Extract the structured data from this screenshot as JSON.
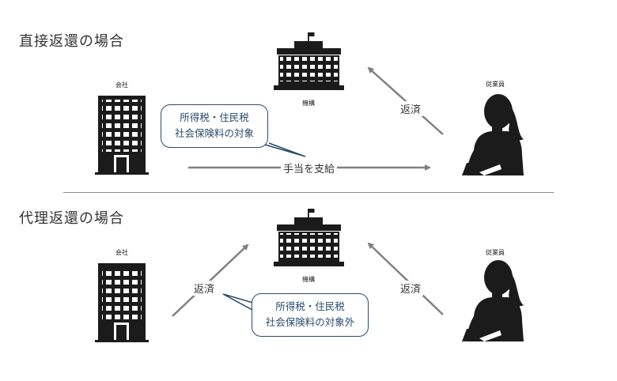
{
  "top": {
    "heading": "直接返還の場合",
    "company": "会社",
    "agency": "機構",
    "employee": "従業員",
    "arrow_pay": "手当を支給",
    "arrow_refund": "返済",
    "bubble_line1": "所得税・住民税",
    "bubble_line2": "社会保険料の対象"
  },
  "bottom": {
    "heading": "代理返還の場合",
    "company": "会社",
    "agency": "機構",
    "employee": "従業員",
    "arrow_refund_left": "返済",
    "arrow_refund_right": "返済",
    "bubble_line1": "所得税・住民税",
    "bubble_line2": "社会保険料の対象外"
  },
  "colors": {
    "icon": "#1b1b1b",
    "arrow": "#808080",
    "bubble_border": "#2a4a6b"
  }
}
